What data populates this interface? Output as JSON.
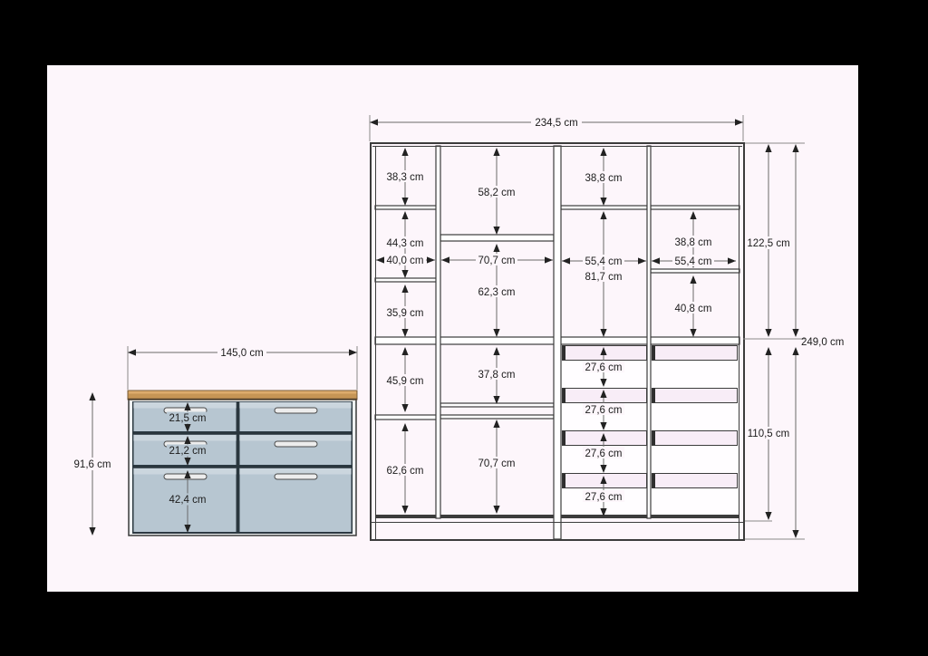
{
  "page": {
    "background": "#000000",
    "canvas_background": "#fdf6fb",
    "unit": "cm"
  },
  "sideboard": {
    "width_label": "145,0 cm",
    "height_label": "91,6 cm",
    "drawer_labels": [
      "21,5 cm",
      "21,2 cm",
      "42,4 cm"
    ],
    "colors": {
      "worktop": "#c69555",
      "front": "#b7c6d1",
      "handle": "#ededed",
      "carcass": "#eef1f2"
    }
  },
  "wardrobe": {
    "width_label": "234,5 cm",
    "height_total_label": "249,0 cm",
    "upper_section_label": "122,5 cm",
    "lower_section_label": "110,5 cm",
    "col1": {
      "r1": "38,3 cm",
      "r2": "44,3 cm",
      "width": "40,0 cm",
      "r3": "35,9 cm",
      "r4": "45,9 cm",
      "r5": "62,6 cm"
    },
    "col2": {
      "r1": "58,2 cm",
      "width": "70,7 cm",
      "r2": "62,3 cm",
      "r3": "37,8 cm",
      "r4": "70,7 cm"
    },
    "col3": {
      "r1": "38,8 cm",
      "width": "55,4 cm",
      "r2": "81,7 cm",
      "drawers": [
        "27,6 cm",
        "27,6 cm",
        "27,6 cm",
        "27,6 cm"
      ]
    },
    "col4": {
      "r1": "38,8 cm",
      "width": "55,4 cm",
      "r2": "40,8 cm"
    }
  }
}
